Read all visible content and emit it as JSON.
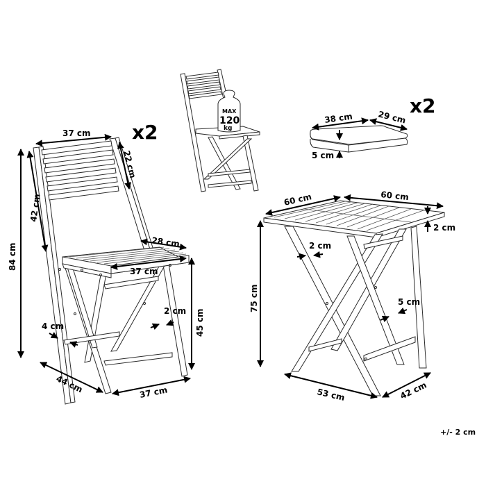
{
  "chair": {
    "quantity": "x2",
    "width_top": "37 cm",
    "backrest_height": "22 cm",
    "back_length": "42 cm",
    "total_height": "84 cm",
    "seat_depth": "28 cm",
    "seat_width": "37 cm",
    "seat_height": "45 cm",
    "leg_thickness": "4 cm",
    "frame_thickness": "2 cm",
    "base_depth": "44 cm",
    "base_width": "37 cm"
  },
  "max_load": {
    "line1": "MAX",
    "line2": "120",
    "line3": "kg"
  },
  "cushion": {
    "quantity": "x2",
    "width": "38 cm",
    "depth": "29 cm",
    "thickness": "5 cm"
  },
  "table": {
    "width": "60 cm",
    "depth": "60 cm",
    "top_thickness": "2 cm",
    "height": "75 cm",
    "frame_thickness": "2 cm",
    "leg_width": "5 cm",
    "base_width": "53 cm",
    "base_depth": "42 cm"
  },
  "tolerance": "+/- 2 cm"
}
